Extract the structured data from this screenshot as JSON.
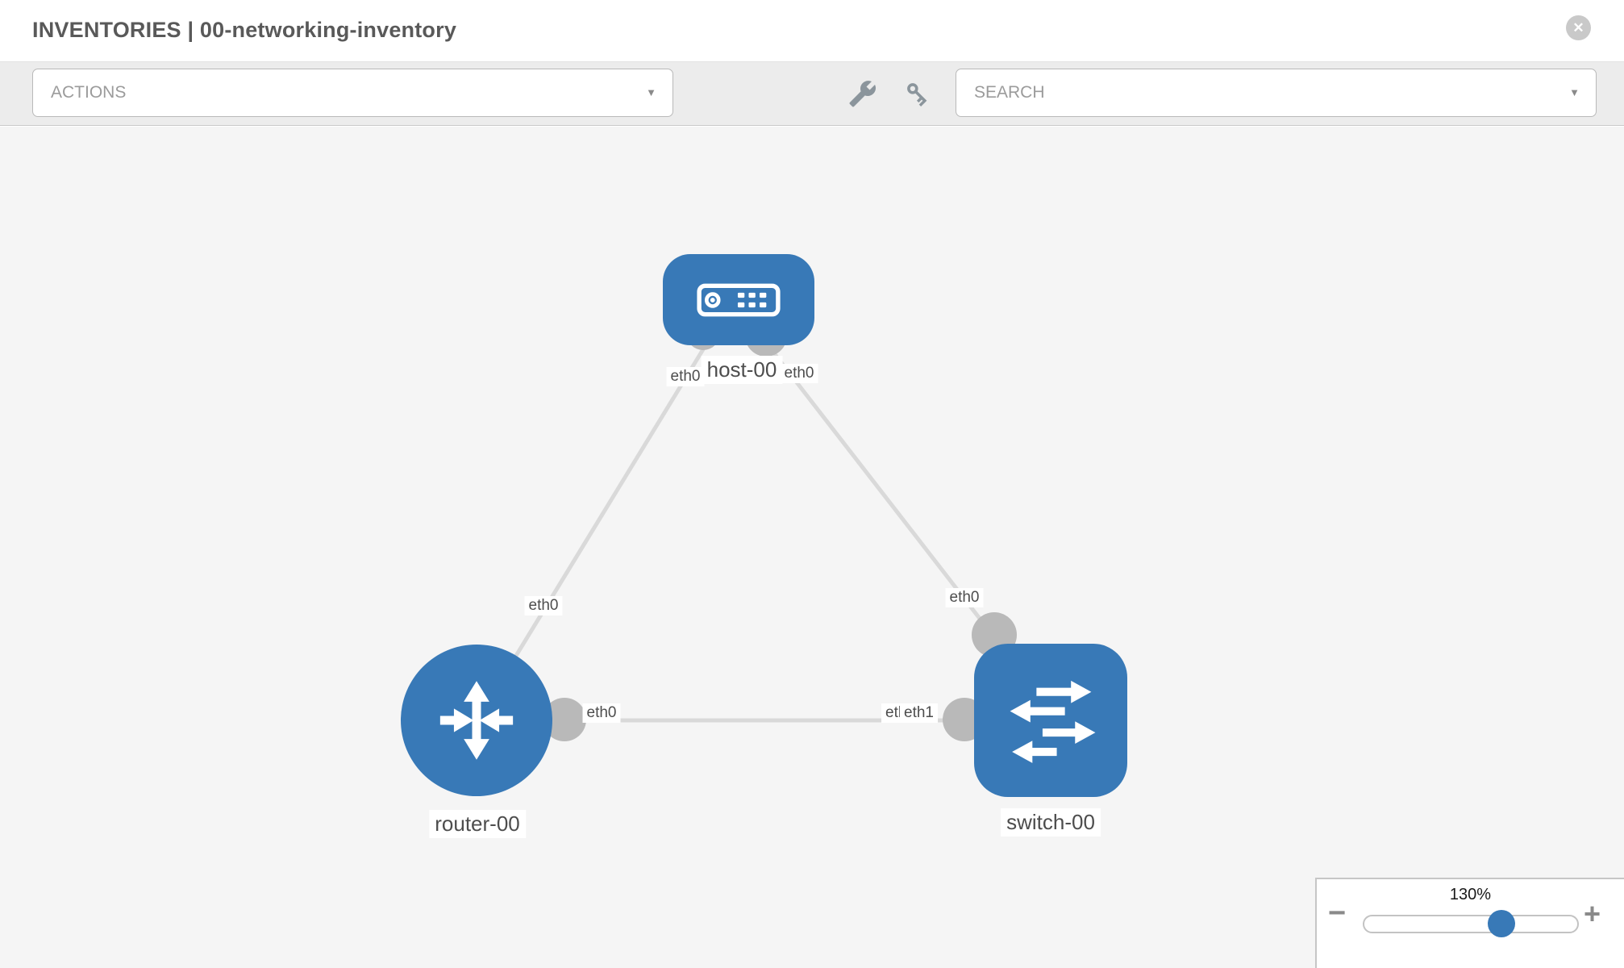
{
  "header": {
    "title": "INVENTORIES | 00-networking-inventory",
    "close_icon": "✕"
  },
  "toolbar": {
    "actions_label": "ACTIONS",
    "search_label": "SEARCH",
    "caret_icon": "▼"
  },
  "topology": {
    "nodes": [
      {
        "label": "host-00",
        "type": "host"
      },
      {
        "label": "router-00",
        "type": "router"
      },
      {
        "label": "switch-00",
        "type": "switch"
      }
    ],
    "links": [
      {
        "from": "host-00",
        "to": "router-00",
        "from_interface": "eth0",
        "to_interface": "eth0"
      },
      {
        "from": "host-00",
        "to": "switch-00",
        "from_interface": "eth0",
        "to_interface": "eth0"
      },
      {
        "from": "router-00",
        "to": "switch-00",
        "from_interface": "eth0",
        "to_interface": "eth1",
        "to_interface_hidden": "eth0"
      }
    ]
  },
  "zoom_control": {
    "level": "130%",
    "minus_icon": "−",
    "plus_icon": "+"
  },
  "colors": {
    "node_blue": "#3879b7",
    "connector_gray": "#b9b9b9",
    "link_gray": "#d9d9d9"
  }
}
